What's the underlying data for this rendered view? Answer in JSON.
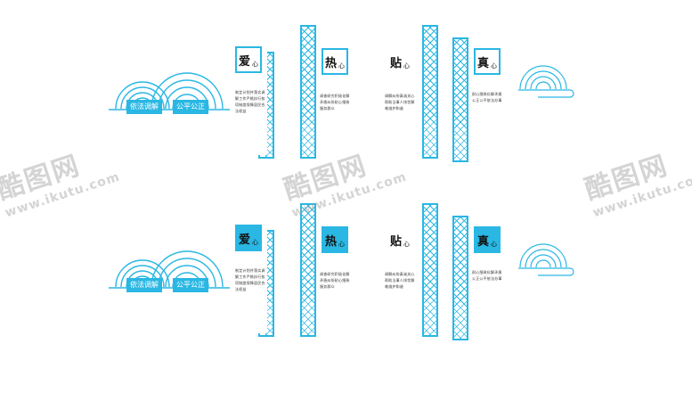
{
  "tags": {
    "left": "依法调解",
    "right": "公平公正"
  },
  "panels": [
    {
      "big": "爱",
      "small": "心",
      "text": "制定计划并落实调解工作严格执行各项制度保障居民合法权益"
    },
    {
      "big": "热",
      "small": "心",
      "text": "调查研究积极化解矛盾纠纷耐心细致服务群众"
    },
    {
      "big": "贴",
      "small": "心",
      "text": "调解纠纷真诚关心帮助当事人排忧解难维护和谐"
    },
    {
      "big": "真",
      "small": "心",
      "text": "耐心细致化解矛盾公正公平依法办事"
    }
  ],
  "watermark": {
    "name": "酷图网",
    "url": "www.ikutu.com"
  },
  "colors": {
    "accent": "#2ab7e3"
  }
}
